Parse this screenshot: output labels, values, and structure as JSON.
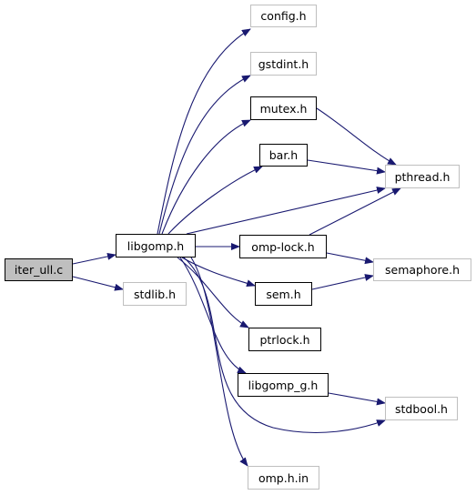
{
  "diagram": {
    "colors": {
      "edge": "#191970",
      "root_fill": "#bfbfbf",
      "documented_border": "#000000",
      "external_border": "#bfbfbf"
    },
    "nodes": {
      "iter_ull_c": "iter_ull.c",
      "libgomp_h": "libgomp.h",
      "stdlib_h": "stdlib.h",
      "config_h": "config.h",
      "gstdint_h": "gstdint.h",
      "mutex_h": "mutex.h",
      "bar_h": "bar.h",
      "pthread_h": "pthread.h",
      "omp_lock_h": "omp-lock.h",
      "semaphore_h": "semaphore.h",
      "sem_h": "sem.h",
      "ptrlock_h": "ptrlock.h",
      "libgomp_g_h": "libgomp_g.h",
      "stdbool_h": "stdbool.h",
      "omp_h_in": "omp.h.in"
    },
    "edges": [
      [
        "iter_ull.c",
        "libgomp.h"
      ],
      [
        "iter_ull.c",
        "stdlib.h"
      ],
      [
        "libgomp.h",
        "config.h"
      ],
      [
        "libgomp.h",
        "gstdint.h"
      ],
      [
        "libgomp.h",
        "mutex.h"
      ],
      [
        "libgomp.h",
        "bar.h"
      ],
      [
        "libgomp.h",
        "pthread.h"
      ],
      [
        "libgomp.h",
        "omp-lock.h"
      ],
      [
        "libgomp.h",
        "sem.h"
      ],
      [
        "libgomp.h",
        "ptrlock.h"
      ],
      [
        "libgomp.h",
        "libgomp_g.h"
      ],
      [
        "libgomp.h",
        "stdbool.h"
      ],
      [
        "libgomp.h",
        "omp.h.in"
      ],
      [
        "mutex.h",
        "pthread.h"
      ],
      [
        "bar.h",
        "pthread.h"
      ],
      [
        "omp-lock.h",
        "pthread.h"
      ],
      [
        "omp-lock.h",
        "semaphore.h"
      ],
      [
        "sem.h",
        "semaphore.h"
      ],
      [
        "libgomp_g.h",
        "stdbool.h"
      ]
    ]
  }
}
